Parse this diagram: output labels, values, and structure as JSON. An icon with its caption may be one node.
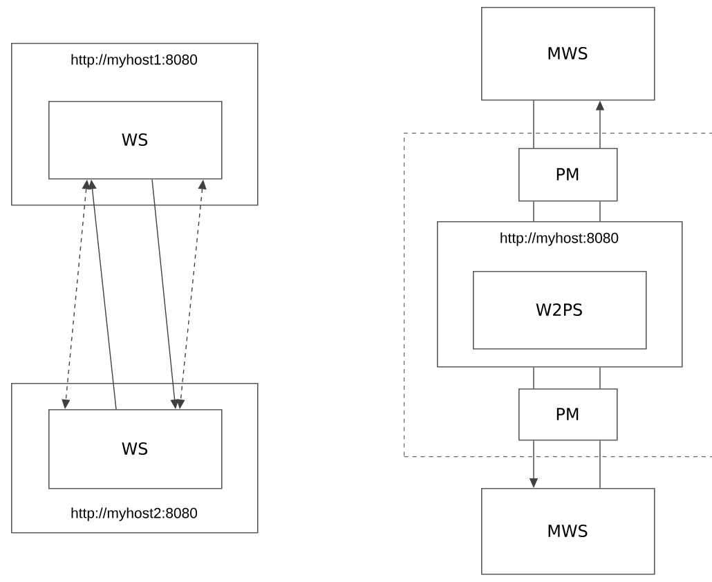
{
  "diagram": {
    "nodes": [
      {
        "text": [
          "http://myhost1:8080"
        ]
      },
      {
        "text": [
          "WS"
        ],
        "in": 0
      },
      {
        "text": [
          "http://myhost2:8080"
        ]
      },
      {
        "text": [
          "WS"
        ],
        "in": 2
      },
      {
        "text": [
          "MWS"
        ]
      },
      {
        "text": [],
        "shape": "box"
      },
      {
        "text": [
          "PM"
        ],
        "in": 5
      },
      {
        "text": [
          "http://myhost:8080"
        ],
        "in": 5
      },
      {
        "text": [
          "W2PS"
        ],
        "in": 7
      },
      {
        "text": [
          "PM"
        ],
        "in": 5
      },
      {
        "text": [
          "MWS"
        ]
      }
    ],
    "edges": [
      {
        "from": 1,
        "to": 3,
        "arrow": "both",
        "style": "dashed"
      },
      {
        "from": 3,
        "to": 1,
        "arrow": "to"
      },
      {
        "from": 1,
        "to": 3,
        "arrow": "to"
      },
      {
        "from": 1,
        "to": 3,
        "arrow": "both",
        "style": "dashed"
      },
      {
        "from": 4,
        "to": 6,
        "arrow": "none"
      },
      {
        "from": 6,
        "to": 4,
        "arrow": "to"
      },
      {
        "from": 6,
        "to": 7,
        "arrow": "none"
      },
      {
        "from": 6,
        "to": 7,
        "arrow": "none"
      },
      {
        "from": 7,
        "to": 9,
        "arrow": "none"
      },
      {
        "from": 7,
        "to": 9,
        "arrow": "none"
      },
      {
        "from": 9,
        "to": 10,
        "arrow": "to"
      },
      {
        "from": 9,
        "to": 10,
        "arrow": "none"
      }
    ]
  }
}
